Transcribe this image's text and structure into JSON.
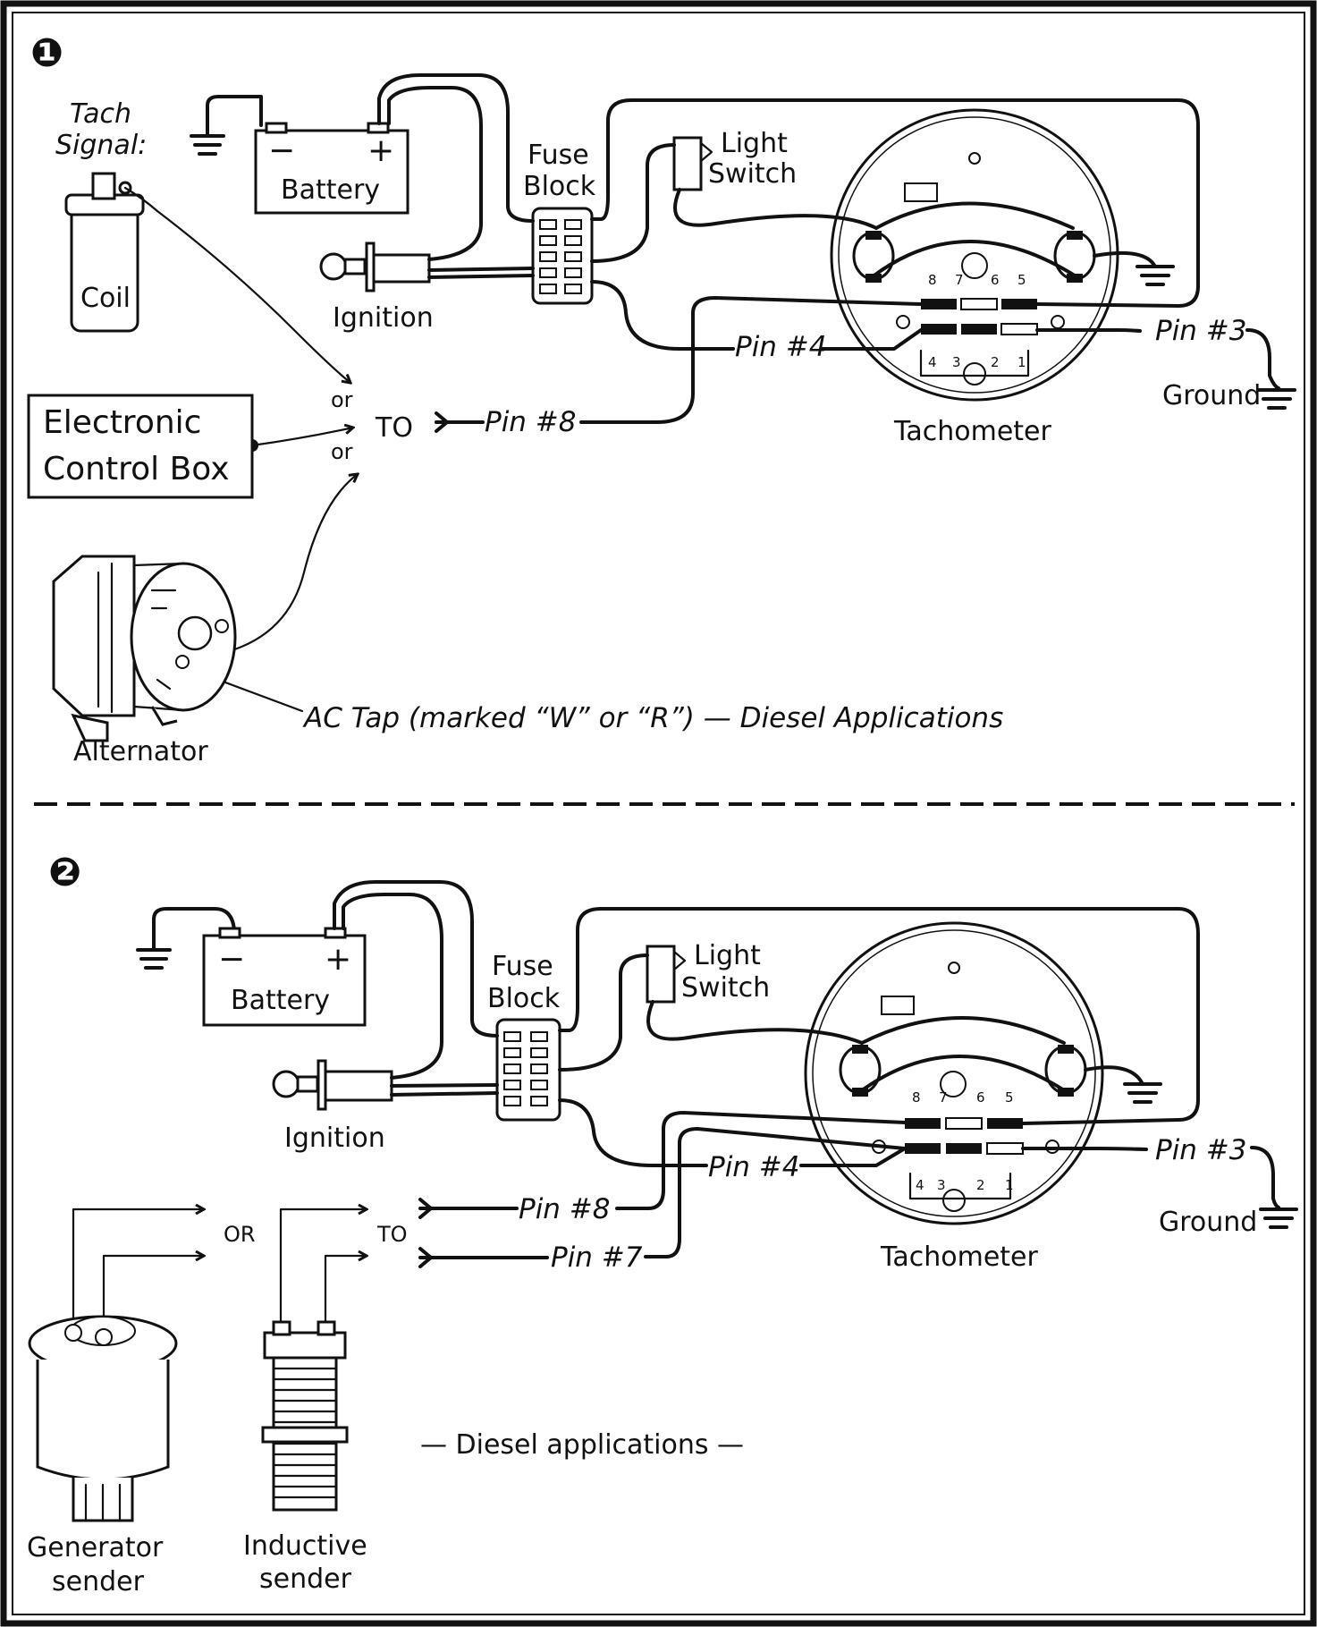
{
  "section1": {
    "number": "❶",
    "tach_signal": [
      "Tach",
      "Signal:"
    ],
    "coil": "Coil",
    "battery": "Battery",
    "battery_minus": "−",
    "battery_plus": "+",
    "ignition": "Ignition",
    "fuse_block": [
      "Fuse",
      "Block"
    ],
    "light_switch": [
      "Light",
      "Switch"
    ],
    "tachometer": "Tachometer",
    "pin4": "Pin #4",
    "pin3": "Pin #3",
    "ground": "Ground",
    "pin8": "Pin #8",
    "or_top": "or",
    "or_bottom": "or",
    "to": "TO",
    "ecb": [
      "Electronic",
      "Control Box"
    ],
    "alternator": "Alternator",
    "ac_tap": "AC Tap (marked “W” or “R”) — Diesel Applications",
    "tach_pins_top": [
      "8",
      "7",
      "6",
      "5"
    ],
    "tach_pins_bottom": [
      "4",
      "3",
      "2",
      "1"
    ]
  },
  "section2": {
    "number": "❷",
    "battery": "Battery",
    "battery_minus": "−",
    "battery_plus": "+",
    "ignition": "Ignition",
    "fuse_block": [
      "Fuse",
      "Block"
    ],
    "light_switch": [
      "Light",
      "Switch"
    ],
    "tachometer": "Tachometer",
    "pin4": "Pin #4",
    "pin3": "Pin #3",
    "ground": "Ground",
    "pin8": "Pin #8",
    "pin7": "Pin #7",
    "or": "OR",
    "to": "TO",
    "generator_sender": [
      "Generator",
      "sender"
    ],
    "inductive_sender": [
      "Inductive",
      "sender"
    ],
    "diesel": "— Diesel applications —",
    "tach_pins_top": [
      "8",
      "7",
      "6",
      "5"
    ],
    "tach_pins_bottom": [
      "4",
      "3",
      "2",
      "1"
    ]
  }
}
